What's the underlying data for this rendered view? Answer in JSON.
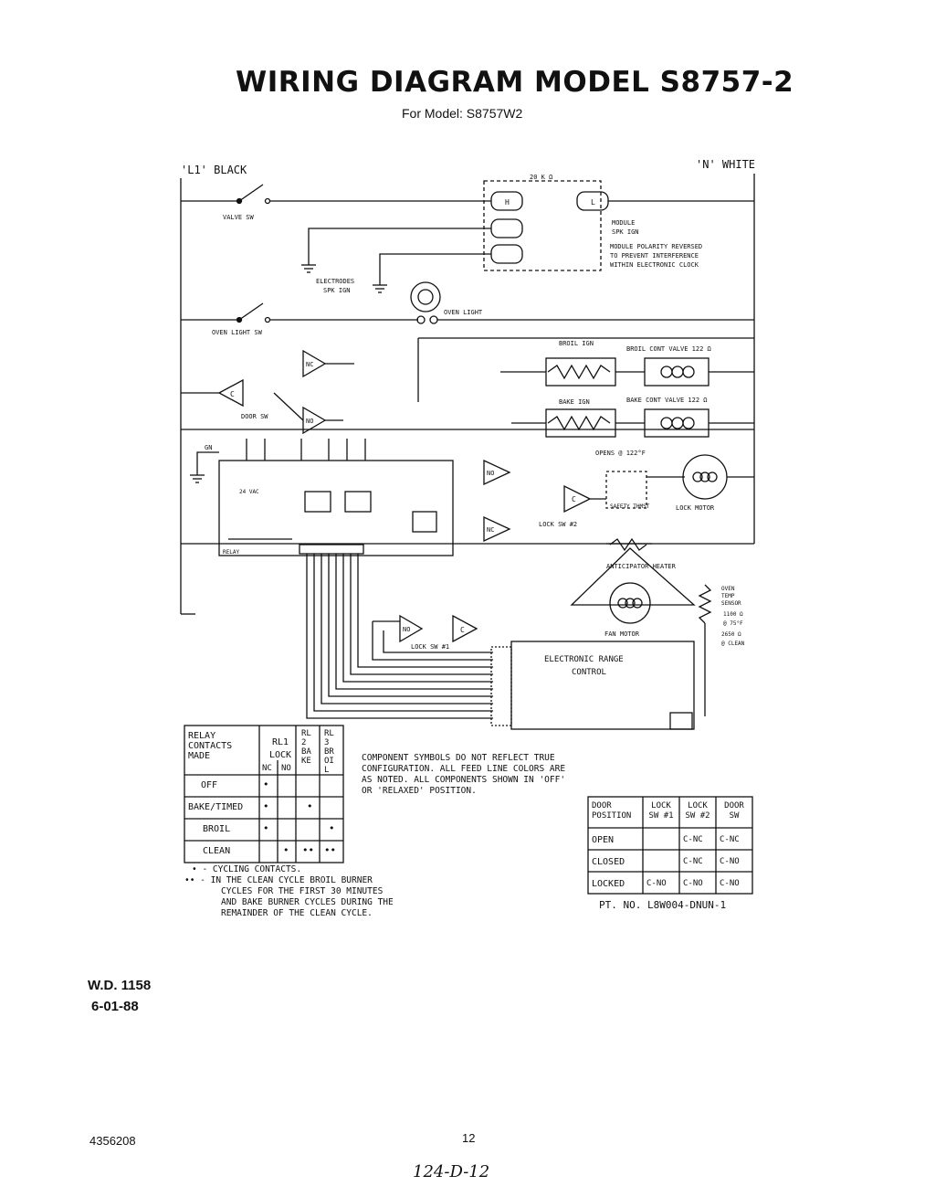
{
  "header": {
    "title": "WIRING DIAGRAM MODEL S8757-2",
    "subtitle": "For Model: S8757W2"
  },
  "lines": {
    "l1": "'L1' BLACK",
    "n": "'N' WHITE"
  },
  "labels": {
    "valve_sw": "VALVE SW",
    "ohms_20k": "20 K Ω",
    "module_h": "H",
    "module_l": "L",
    "module": "MODULE",
    "spk_ign": "SPK IGN",
    "polarity_1": "MODULE POLARITY REVERSED",
    "polarity_2": "TO PREVENT INTERFERENCE",
    "polarity_3": "WITHIN ELECTRONIC CLOCK",
    "electrodes": "ELECTRODES",
    "electrodes_spk": "SPK IGN",
    "oven_light_sw": "OVEN LIGHT SW",
    "oven_light": "OVEN LIGHT",
    "broil_ign": "BROIL IGN",
    "broil_valve": "BROIL CONT VALVE 122 Ω",
    "bake_ign": "BAKE IGN",
    "bake_valve": "BAKE CONT VALVE 122 Ω",
    "door_sw": "DOOR SW",
    "opens_at": "OPENS @ 122°F",
    "safety_thmst": "SAFETY THMST",
    "lock_motor": "LOCK MOTOR",
    "lock_sw2": "LOCK SW #2",
    "anticipator": "ANTICIPATOR HEATER",
    "fan_motor": "FAN MOTOR",
    "lock_sw1": "LOCK SW #1",
    "erc_1": "ELECTRONIC RANGE",
    "erc_2": "CONTROL",
    "sensor_1": "OVEN",
    "sensor_2": "TEMP",
    "sensor_3": "SENSOR",
    "sensor_4": "1100 Ω",
    "sensor_5": "@ 75°F",
    "sensor_6": "2650 Ω",
    "sensor_7": "@ CLEAN",
    "relay": "RELAY",
    "vac_24": "24 VAC",
    "gn": "GN",
    "nc": "NC",
    "no": "NO",
    "c": "C"
  },
  "relay_table": {
    "headers": [
      "RELAY CONTACTS MADE",
      "RL1 LOCK",
      "RL2 BAKE",
      "RL3 BROIL"
    ],
    "subheaders": [
      "NC",
      "NO"
    ],
    "rows": [
      {
        "label": "OFF",
        "cells": [
          "•",
          "",
          "",
          ""
        ]
      },
      {
        "label": "BAKE/TIMED",
        "cells": [
          "•",
          "",
          "•",
          ""
        ]
      },
      {
        "label": "BROIL",
        "cells": [
          "•",
          "",
          "",
          "•"
        ]
      },
      {
        "label": "CLEAN",
        "cells": [
          "",
          "•",
          "••",
          "••"
        ]
      }
    ]
  },
  "notes": {
    "symbols_1": "COMPONENT SYMBOLS DO NOT REFLECT TRUE",
    "symbols_2": "CONFIGURATION. ALL FEED LINE COLORS ARE",
    "symbols_3": "AS NOTED. ALL COMPONENTS SHOWN IN 'OFF'",
    "symbols_4": "OR 'RELAXED' POSITION.",
    "cycling": "• - CYCLING CONTACTS.",
    "clean_1": "•• - IN THE CLEAN CYCLE BROIL BURNER",
    "clean_2": "CYCLES FOR THE FIRST 30 MINUTES",
    "clean_3": "AND BAKE BURNER CYCLES DURING THE",
    "clean_4": "REMAINDER OF THE CLEAN CYCLE."
  },
  "door_table": {
    "headers": [
      "DOOR POSITION",
      "LOCK SW #1",
      "LOCK SW #2",
      "DOOR SW"
    ],
    "rows": [
      {
        "label": "OPEN",
        "cells": [
          "",
          "C-NC",
          "C-NC"
        ]
      },
      {
        "label": "CLOSED",
        "cells": [
          "",
          "C-NC",
          "C-NO"
        ]
      },
      {
        "label": "LOCKED",
        "cells": [
          "C-NO",
          "C-NO",
          "C-NO"
        ]
      }
    ]
  },
  "part_no": "PT. NO. L8W004-DNUN-1",
  "wd": {
    "number": "W.D. 1158",
    "date": "6-01-88"
  },
  "footer": {
    "doc": "4356208",
    "page": "12",
    "handwritten": "124-D-12"
  }
}
